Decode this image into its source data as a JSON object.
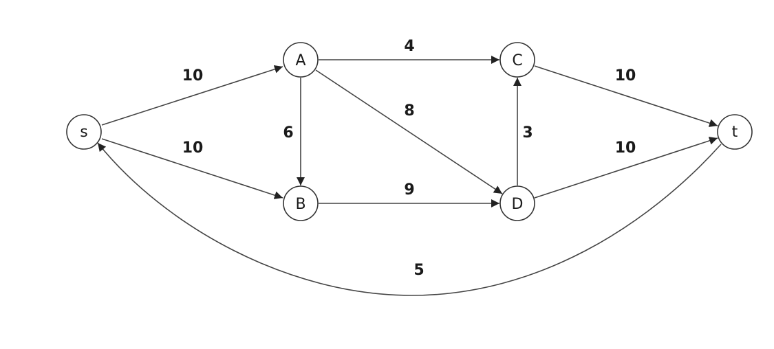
{
  "diagram": {
    "nodes": [
      {
        "id": "s",
        "label": "s"
      },
      {
        "id": "A",
        "label": "A"
      },
      {
        "id": "B",
        "label": "B"
      },
      {
        "id": "C",
        "label": "C"
      },
      {
        "id": "D",
        "label": "D"
      },
      {
        "id": "t",
        "label": "t"
      }
    ],
    "edges": [
      {
        "from": "s",
        "to": "A",
        "label": "10"
      },
      {
        "from": "s",
        "to": "B",
        "label": "10"
      },
      {
        "from": "A",
        "to": "C",
        "label": "4"
      },
      {
        "from": "A",
        "to": "B",
        "label": "6"
      },
      {
        "from": "A",
        "to": "D",
        "label": "8"
      },
      {
        "from": "B",
        "to": "D",
        "label": "9"
      },
      {
        "from": "D",
        "to": "C",
        "label": "3"
      },
      {
        "from": "C",
        "to": "t",
        "label": "10"
      },
      {
        "from": "D",
        "to": "t",
        "label": "10"
      },
      {
        "from": "t",
        "to": "s",
        "label": "5"
      }
    ],
    "colors": {
      "stroke": "#444444",
      "text": "#1a1a1a",
      "background": "#ffffff"
    }
  }
}
